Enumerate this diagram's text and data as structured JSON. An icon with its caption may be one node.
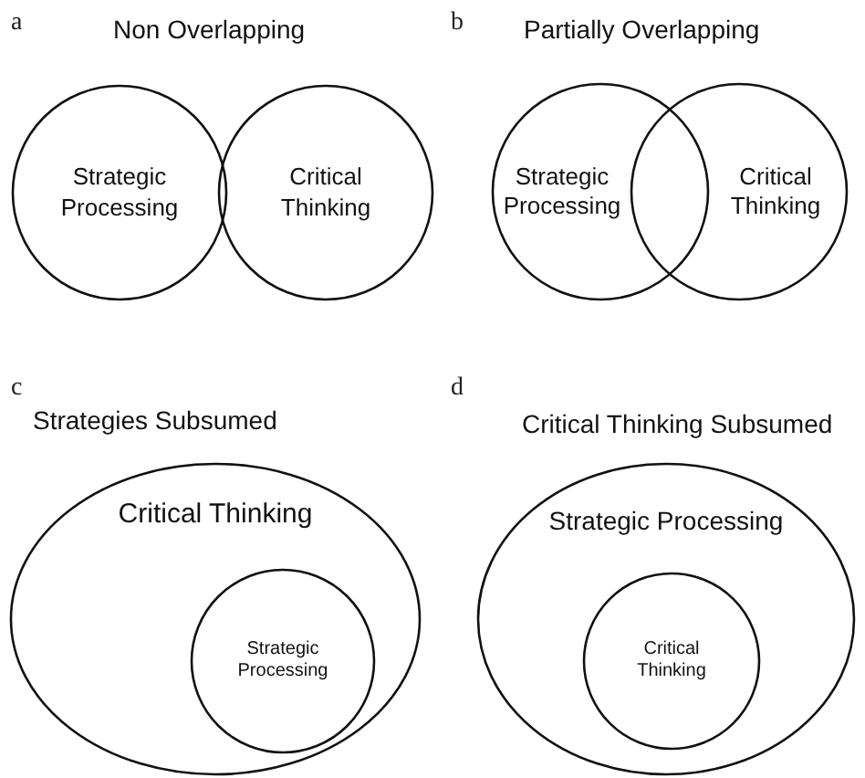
{
  "diagram": {
    "nodes": [
      {
        "text": [
          "Strategic Processing"
        ]
      },
      {
        "text": [
          "Critical Thinking"
        ]
      },
      {
        "text": [
          "Strategic Processing"
        ]
      },
      {
        "text": [
          "Critical Thinking"
        ]
      },
      {
        "text": [
          "Critical Thinking"
        ]
      },
      {
        "text": [
          "Strategic Processing"
        ],
        "in": 4
      },
      {
        "text": [
          "Strategic Processing"
        ]
      },
      {
        "text": [
          "Critical Thinking"
        ],
        "in": 6
      }
    ],
    "labels": [
      "a",
      "Non Overlapping",
      "b",
      "Partially Overlapping",
      "c",
      "Strategies Subsumed",
      "d",
      "Critical Thinking Subsumed"
    ]
  }
}
